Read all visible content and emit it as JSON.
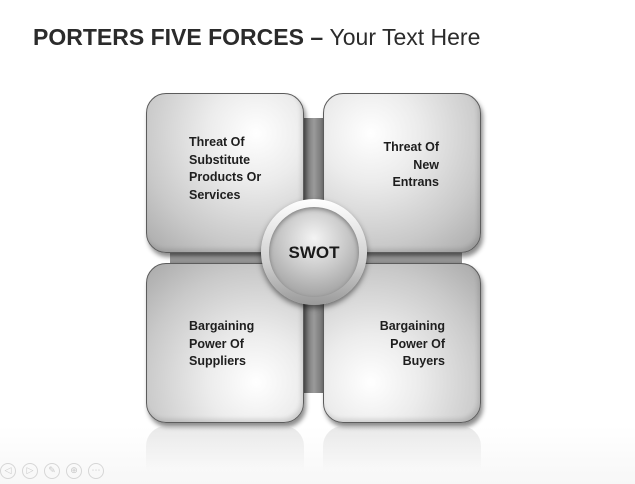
{
  "slide": {
    "title_bold": "PORTERS FIVE FORCES",
    "title_sep": " – ",
    "title_rest": "Your Text Here"
  },
  "diagram": {
    "center": "SWOT",
    "top_left": [
      "Threat Of",
      "Substitute",
      "Products Or",
      "Services"
    ],
    "top_right": [
      "Threat Of",
      "New",
      "Entrans"
    ],
    "bottom_left": [
      "Bargaining",
      "Power Of",
      "Suppliers"
    ],
    "bottom_right": [
      "Bargaining",
      "Power Of",
      "Buyers"
    ]
  },
  "nav": {
    "icons": [
      "prev-icon",
      "next-icon",
      "pen-icon",
      "zoom-icon",
      "more-icon"
    ],
    "glyphs": [
      "◁",
      "▷",
      "✎",
      "⊕",
      "⋯"
    ]
  }
}
